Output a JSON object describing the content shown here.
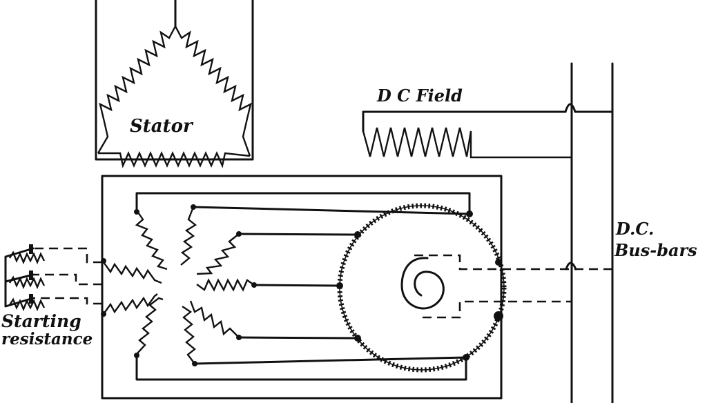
{
  "labels": {
    "stator": "Stator",
    "dc_field": "D C Field",
    "dc_bus_line1": "D.C.",
    "dc_bus_line2": "Bus-bars",
    "starting_line1": "Starting",
    "starting_line2": "resistance"
  },
  "colors": {
    "ink": "#111111",
    "paper": "#ffffff"
  }
}
